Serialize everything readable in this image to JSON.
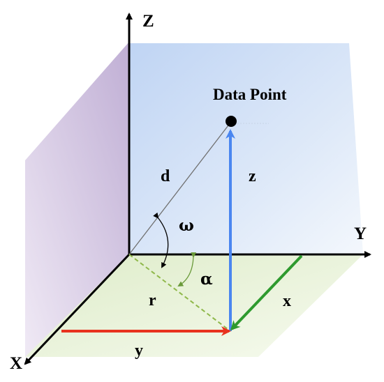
{
  "diagram": {
    "axes": {
      "z": "Z",
      "y": "Y",
      "x": "X"
    },
    "point_label": "Data Point",
    "symbols": {
      "d": "d",
      "z": "z",
      "omega": "ω",
      "alpha": "α",
      "r": "r",
      "x": "x",
      "y": "y"
    },
    "colors": {
      "z_vector": "#4a86f0",
      "x_vector": "#2e9a2e",
      "y_vector": "#e8321e",
      "r_dashed": "#8fb84a",
      "back_wall": "#c7d8f4",
      "left_wall": "#c9b6d8",
      "floor": "#e3efcf",
      "axes": "#000000"
    }
  }
}
